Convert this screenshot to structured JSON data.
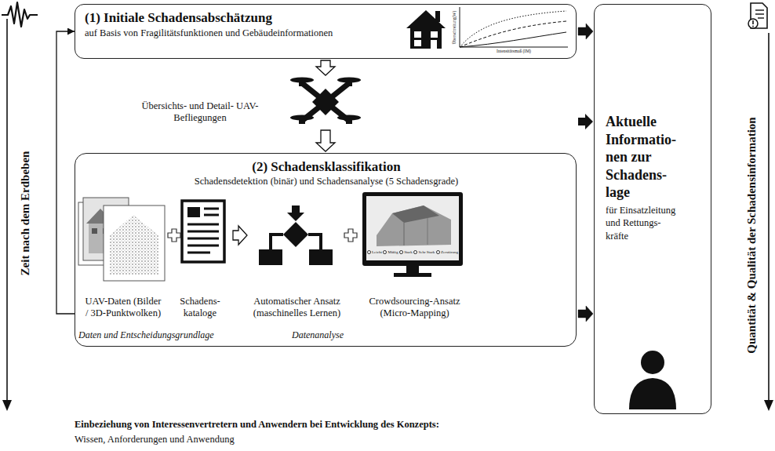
{
  "diagram": {
    "nodes": [
      {
        "text": [
          "(1) Initiale Schadensabschätzung",
          "auf Basis von Fragilitätsfunktionen und Gebäudeinformationen"
        ]
      },
      {
        "text": [
          "Übersichts- und Detail- UAV-Befliegungen"
        ]
      },
      {
        "text": [
          "(2) Schadensklassifikation",
          "Schadensdetektion (binär) und Schadensanalyse (5 Schadensgrade)"
        ]
      },
      {
        "text": [
          "UAV-Daten (Bilder / 3D-Punktwolken)"
        ],
        "in": 2
      },
      {
        "text": [
          "Schadens- kataloge"
        ],
        "in": 2
      },
      {
        "text": [
          "Automatischer Ansatz (maschinelles Lernen)"
        ],
        "in": 2
      },
      {
        "text": [
          "Crowdsourcing-Ansatz (Micro-Mapping)"
        ],
        "in": 2
      },
      {
        "text": [
          "Aktuelle Informatio- nen zur Schadens- lage",
          "für Einsatzleitung und Rettungs- kräfte"
        ]
      }
    ],
    "edges": [
      {
        "from": 0,
        "to": 1,
        "arrow": "to"
      },
      {
        "from": 1,
        "to": 2,
        "arrow": "to"
      },
      {
        "from": 4,
        "to": 5,
        "arrow": "to"
      },
      {
        "from": 2,
        "to": 0,
        "arrow": "to"
      },
      {
        "from": 0,
        "to": 7,
        "arrow": "to"
      },
      {
        "from": 2,
        "to": 7,
        "arrow": "to"
      }
    ],
    "labels": [
      "Überschreitung(W)",
      "Intensitätsmaß (IM)",
      "Leicht",
      "Mäßig",
      "Stark",
      "Sehr Stark",
      "Zerstörung",
      "Daten und Entscheidungsgrundlage",
      "Datenanalyse",
      "Zeit nach dem Erdbeben",
      "Quantität & Qualität der Schadensinformation",
      "Einbeziehung von Interessenvertretern und Anwendern bei Entwicklung des Konzepts:",
      "Wissen, Anforderungen und Anwendung"
    ]
  }
}
